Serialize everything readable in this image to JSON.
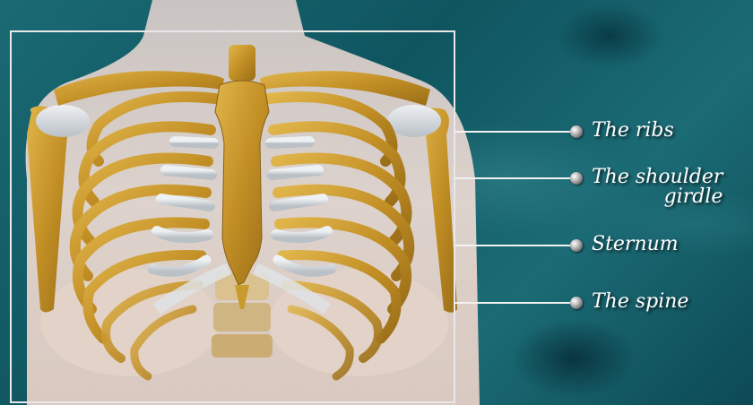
{
  "labels": {
    "ribs": "The ribs",
    "shoulder_line1": "The shoulder",
    "shoulder_line2": "girdle",
    "sternum": "Sternum",
    "spine": "The spine"
  },
  "colors": {
    "background": "#0f5560",
    "bone": "#c99a2e",
    "cartilage": "#d8dde2",
    "skin": "#d8ccc4",
    "frame": "#e8e8e8",
    "leader_line": "#f2f2f2"
  }
}
